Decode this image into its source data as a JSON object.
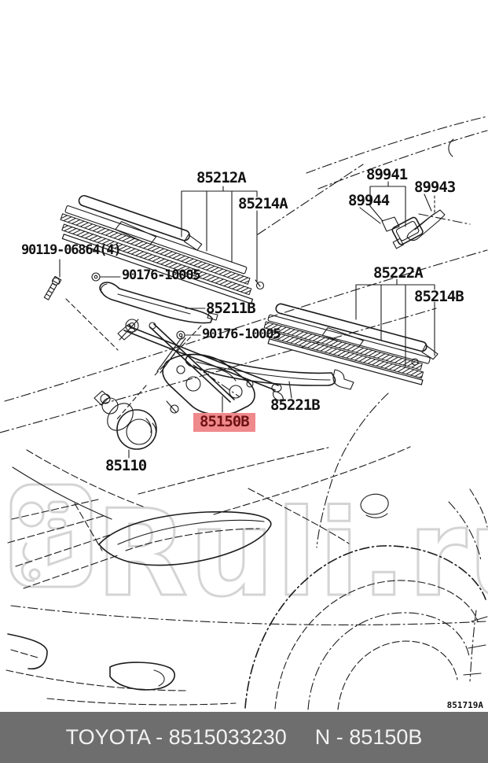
{
  "diagram": {
    "watermark": "Ruli.ru",
    "drawing_ref": "851719A",
    "labels": {
      "p85212a": "85212A",
      "p85214a": "85214A",
      "p89941": "89941",
      "p89944": "89944",
      "p89943": "89943",
      "p90119": "90119-06864(4)",
      "p90176a": "90176-10005",
      "p85211b": "85211B",
      "p85222a": "85222A",
      "p85214b": "85214B",
      "p90176b": "90176-10005",
      "p85221b": "85221B",
      "p85150b": "85150B",
      "p85110": "85110"
    },
    "colors": {
      "highlight_bg": "#f0898c",
      "highlight_text": "#6e1214",
      "line_color": "#1c1c1c",
      "watermark_color": "#d4d4d4",
      "footer_bg": "#6e6e6e"
    }
  },
  "footer": {
    "left_text": "TOYOTA - 8515033230",
    "right_text": "N - 85150B"
  }
}
